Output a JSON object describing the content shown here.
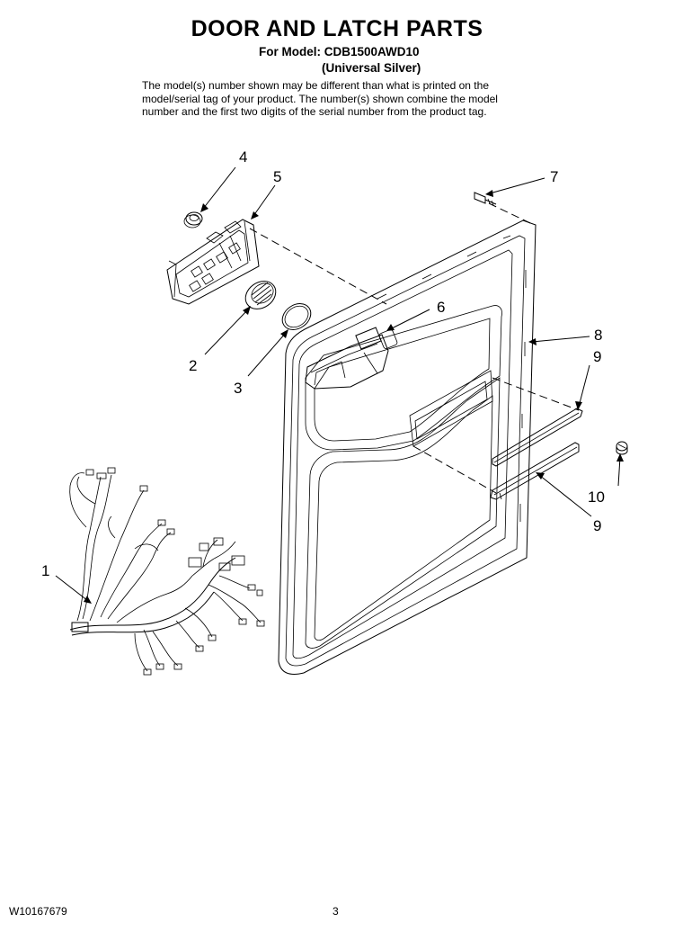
{
  "header": {
    "title": "DOOR AND LATCH PARTS",
    "model_line": "For Model: CDB1500AWD10",
    "variant": "(Universal Silver)",
    "note_lines": [
      "The model(s) number shown may be different than what is printed on the",
      "model/serial tag of your product. The number(s) shown combine the model",
      "number and the first two digits of the serial number from the product tag."
    ]
  },
  "callouts": {
    "c1": "1",
    "c2": "2",
    "c3": "3",
    "c4": "4",
    "c5": "5",
    "c6": "6",
    "c7": "7",
    "c8": "8",
    "c9a": "9",
    "c9b": "9",
    "c10": "10"
  },
  "footer": {
    "doc_number": "W10167679",
    "page": "3"
  }
}
